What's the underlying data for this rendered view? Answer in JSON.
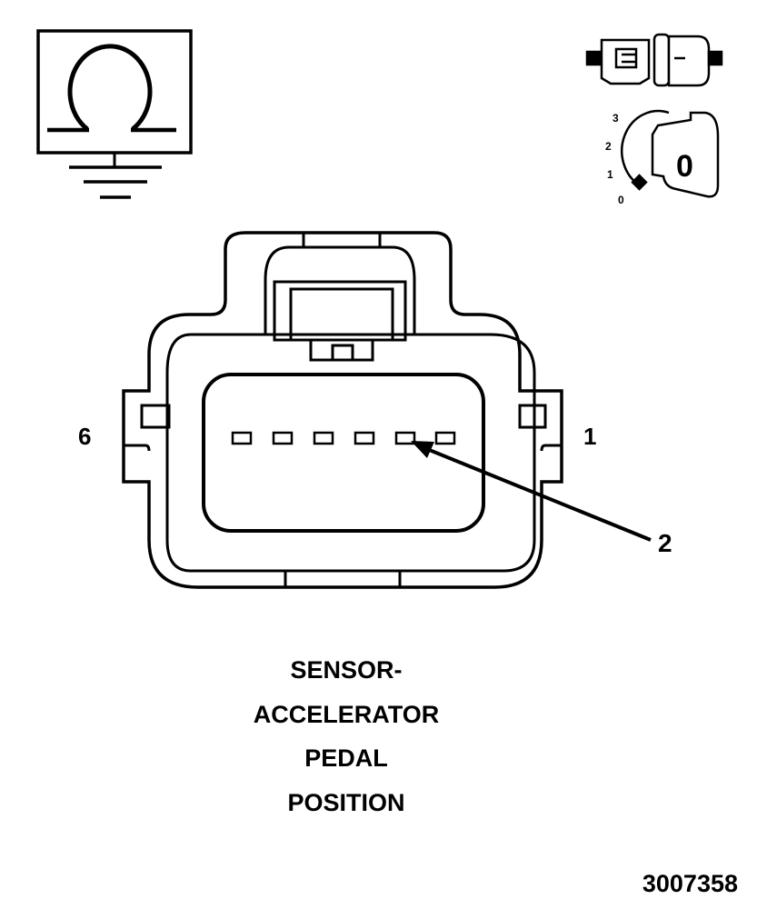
{
  "diagram": {
    "pin_left_label": "6",
    "pin_right_label": "1",
    "callout_label": "2",
    "pin_count": 6,
    "title_lines": [
      "SENSOR-",
      "ACCELERATOR",
      "PEDAL",
      "POSITION"
    ],
    "figure_number": "3007358"
  },
  "icons": {
    "ohmmeter": "ohmmeter-ground-icon",
    "connector": "connector-disconnect-icon",
    "ignition": "ignition-key-off-icon",
    "ignition_positions": [
      "3",
      "2",
      "1",
      "0"
    ],
    "ignition_key_position": "0"
  },
  "colors": {
    "line": "#000000",
    "background": "#ffffff"
  }
}
